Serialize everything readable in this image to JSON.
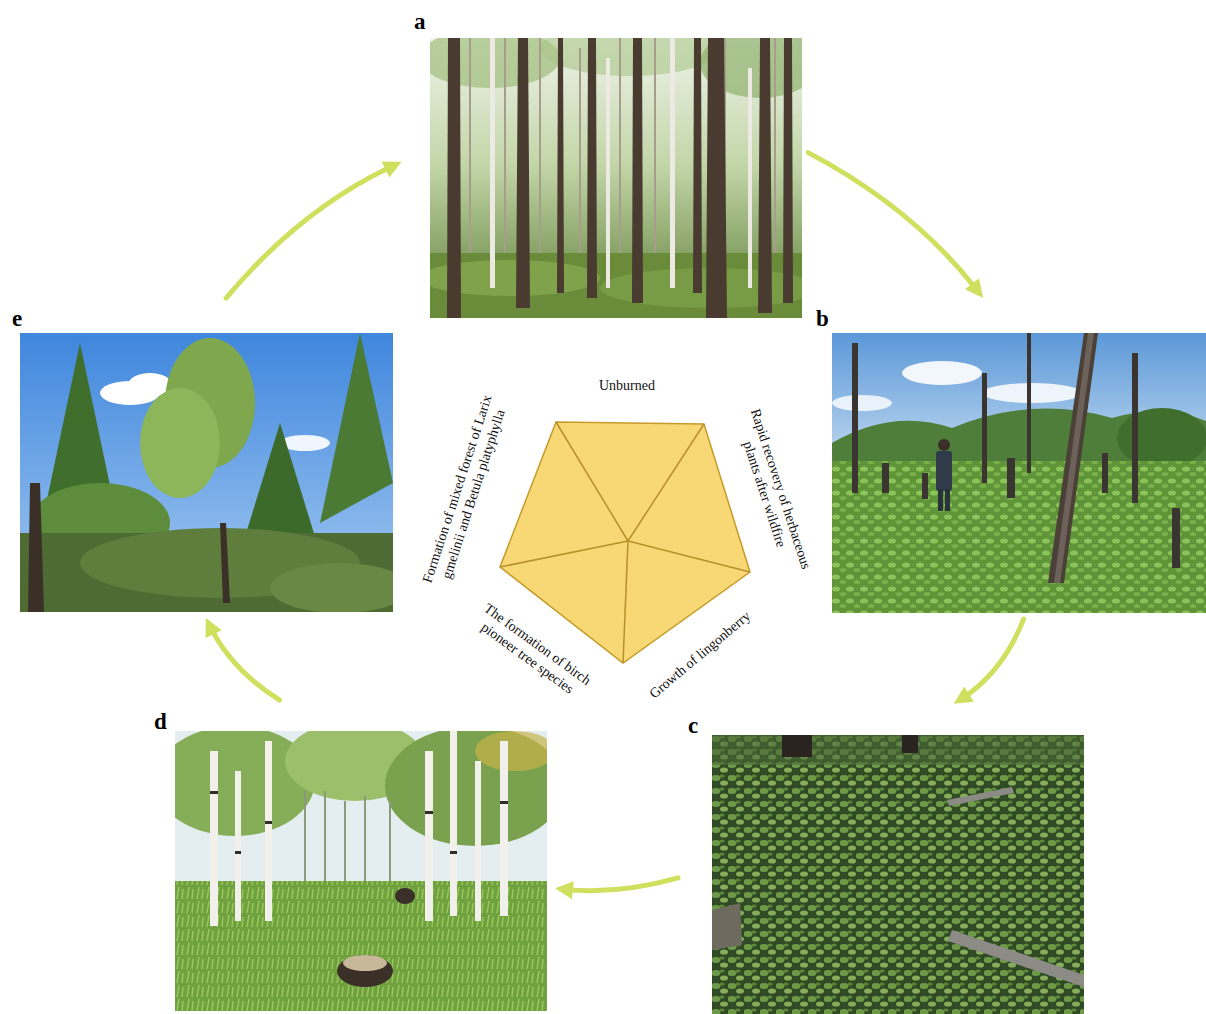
{
  "diagram": {
    "nodes": [
      {
        "text": [
          "a"
        ]
      },
      {
        "text": [
          "b"
        ]
      },
      {
        "text": [
          "c"
        ]
      },
      {
        "text": [
          "d"
        ]
      },
      {
        "text": [
          "e"
        ]
      }
    ],
    "edges": [
      {
        "from": 0,
        "to": 1,
        "arrow": "to"
      },
      {
        "from": 1,
        "to": 2,
        "arrow": "to"
      },
      {
        "from": 2,
        "to": 3,
        "arrow": "to"
      },
      {
        "from": 3,
        "to": 4,
        "arrow": "to"
      },
      {
        "from": 4,
        "to": 0,
        "arrow": "to"
      }
    ],
    "labels": [
      "Unburned",
      "Rapid recovery of herbaceous plants after wildfire",
      "Growth of lingonberry",
      "The formation of birch pioneer tree species",
      "Formation of mixed forest of Larix gmelinii and Betula platyphylla"
    ]
  }
}
